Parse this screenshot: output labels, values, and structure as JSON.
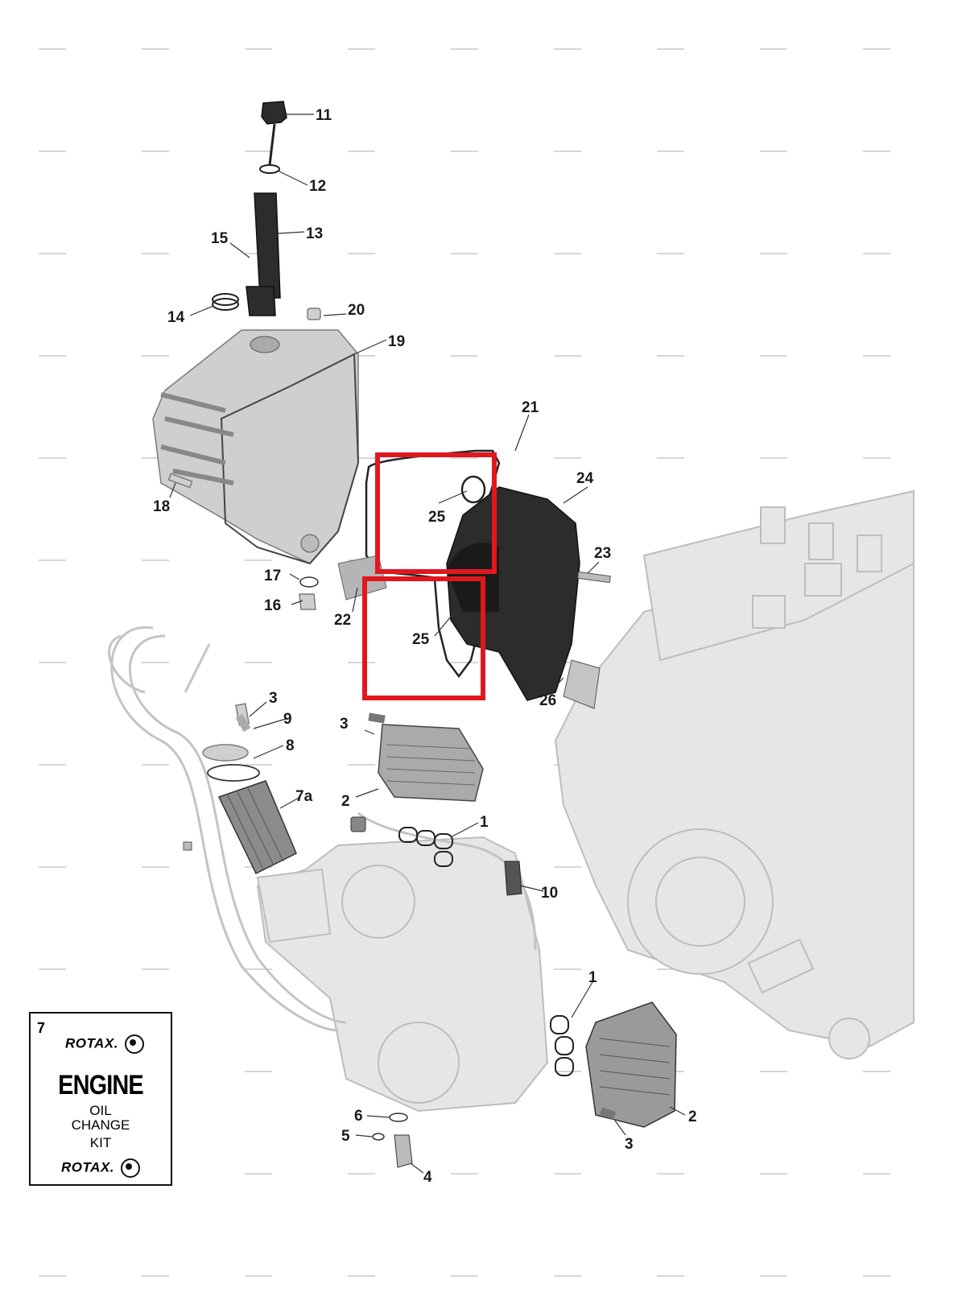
{
  "callouts": {
    "c1a": "1",
    "c1b": "1",
    "c2a": "2",
    "c2b": "2",
    "c3a": "3",
    "c3b": "3",
    "c3c": "3",
    "c4": "4",
    "c5": "5",
    "c6": "6",
    "c7a": "7a",
    "c8": "8",
    "c9": "9",
    "c10": "10",
    "c11": "11",
    "c12": "12",
    "c13": "13",
    "c14": "14",
    "c15": "15",
    "c16": "16",
    "c17": "17",
    "c18": "18",
    "c19": "19",
    "c20": "20",
    "c21": "21",
    "c22": "22",
    "c23": "23",
    "c24": "24",
    "c25a": "25",
    "c25b": "25",
    "c26": "26"
  },
  "kit": {
    "number": "7",
    "brand": "ROTAX.",
    "title": "ENGINE",
    "line1": "OIL",
    "line2": "CHANGE",
    "line3": "KIT"
  },
  "highlight_color": "#e0171e"
}
